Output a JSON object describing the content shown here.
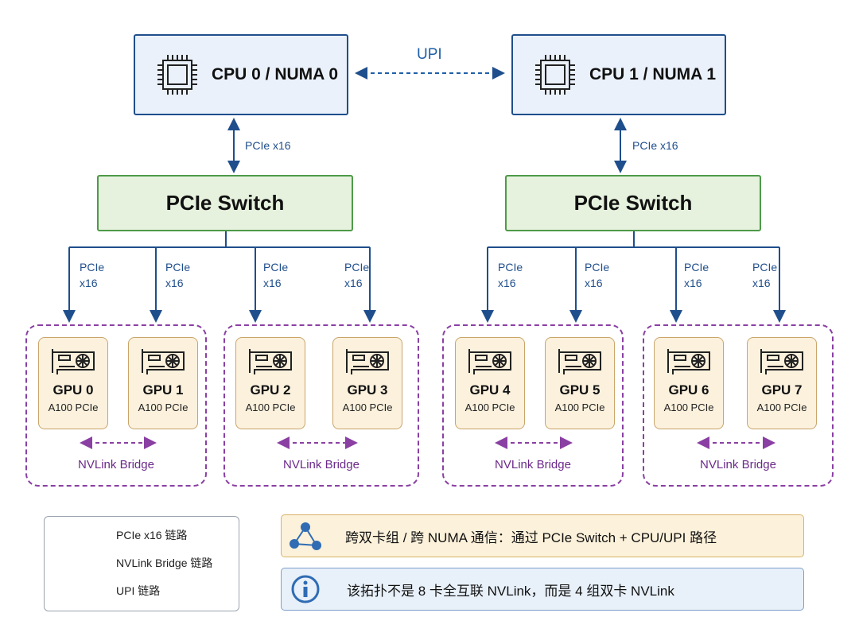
{
  "upi_label": "UPI",
  "cpus": [
    {
      "title": "CPU 0 / NUMA 0"
    },
    {
      "title": "CPU 1 / NUMA 1"
    }
  ],
  "cpu_link_label": "PCIe x16",
  "switch_label": "PCIe Switch",
  "gpu_link_label_line1": "PCIe",
  "gpu_link_label_line2": "x16",
  "gpus": [
    {
      "name": "GPU 0",
      "model": "A100 PCIe"
    },
    {
      "name": "GPU 1",
      "model": "A100 PCIe"
    },
    {
      "name": "GPU 2",
      "model": "A100 PCIe"
    },
    {
      "name": "GPU 3",
      "model": "A100 PCIe"
    },
    {
      "name": "GPU 4",
      "model": "A100 PCIe"
    },
    {
      "name": "GPU 5",
      "model": "A100 PCIe"
    },
    {
      "name": "GPU 6",
      "model": "A100 PCIe"
    },
    {
      "name": "GPU 7",
      "model": "A100 PCIe"
    }
  ],
  "nvlink_label": "NVLink Bridge",
  "legend": {
    "pcie": "PCIe x16 链路",
    "nvlink": "NVLink Bridge 链路",
    "upi": "UPI 链路"
  },
  "notes": {
    "warning": "跨双卡组 / 跨 NUMA 通信：通过 PCIe Switch + CPU/UPI 路径",
    "info": "该拓扑不是 8 卡全互联 NVLink，而是 4 组双卡 NVLink"
  },
  "colors": {
    "pcie": "#1f4e8c",
    "nvlink": "#8a3fa3",
    "upi": "#1f5fa8",
    "cpu_fill": "#eaf1fa",
    "switch_fill": "#e6f2de",
    "gpu_fill": "#fbf1dd"
  }
}
